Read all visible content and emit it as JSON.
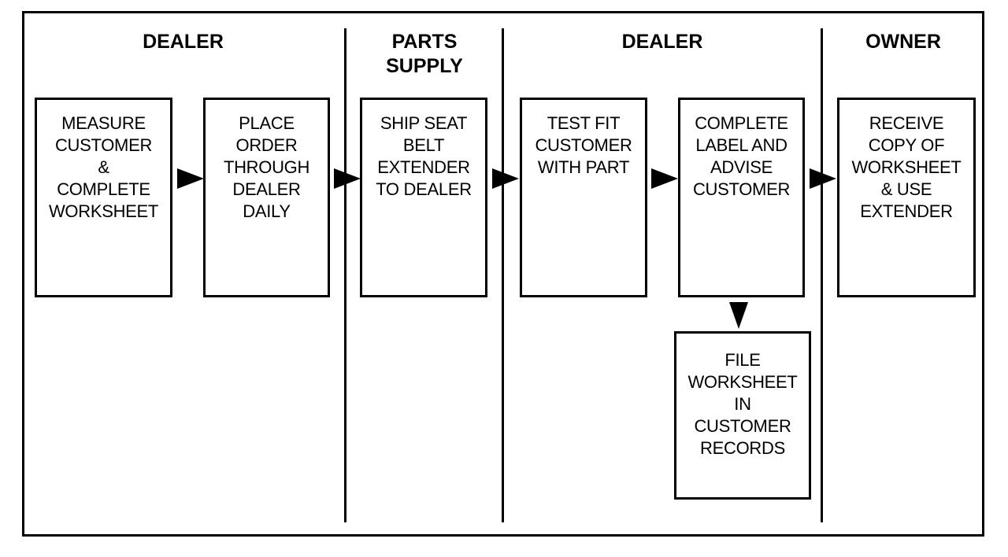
{
  "lanes": {
    "dealer_1": "DEALER",
    "parts_supply": "PARTS\nSUPPLY",
    "dealer_2": "DEALER",
    "owner": "OWNER"
  },
  "steps": {
    "measure": "MEASURE\nCUSTOMER\n&\nCOMPLETE\nWORKSHEET",
    "place_order": "PLACE\nORDER\nTHROUGH\nDEALER\nDAILY",
    "ship": "SHIP SEAT\nBELT\nEXTENDER\nTO DEALER",
    "test_fit": "TEST FIT\nCUSTOMER\nWITH PART",
    "complete_label": "COMPLETE\nLABEL AND\nADVISE\nCUSTOMER",
    "receive_copy": "RECEIVE\nCOPY OF\nWORKSHEET\n& USE\nEXTENDER",
    "file_worksheet": "FILE\nWORKSHEET\nIN\nCUSTOMER\nRECORDS"
  }
}
